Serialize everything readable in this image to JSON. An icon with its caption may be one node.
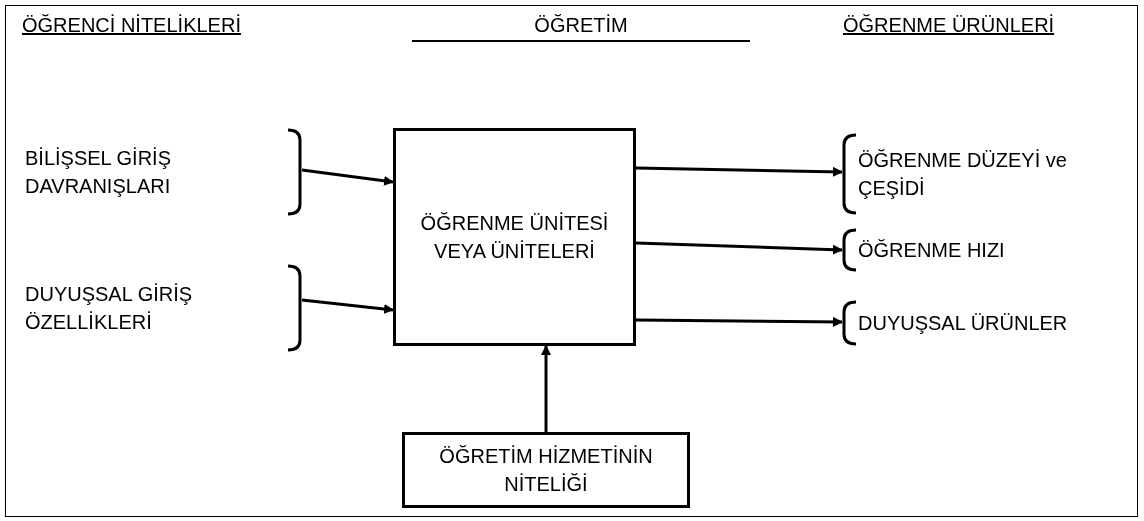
{
  "diagram": {
    "nodes": [
      {
        "text": [
          "BİLİŞSEL GİRİŞ DAVRANIŞLARI"
        ]
      },
      {
        "text": [
          "DUYUŞSAL GİRİŞ ÖZELLİKLERİ"
        ]
      },
      {
        "text": [
          "ÖĞRENME ÜNİTESİ VEYA ÜNİTELERİ"
        ]
      },
      {
        "text": [
          "ÖĞRENME DÜZEYİ ve ÇEŞİDİ"
        ]
      },
      {
        "text": [
          "ÖĞRENME HIZI"
        ]
      },
      {
        "text": [
          "DUYUŞSAL ÜRÜNLER"
        ]
      },
      {
        "text": [
          "ÖĞRETİM HİZMETİNİN NİTELİĞİ"
        ]
      }
    ],
    "edges": [
      {
        "from": 0,
        "to": 2,
        "arrow": "to"
      },
      {
        "from": 1,
        "to": 2,
        "arrow": "to"
      },
      {
        "from": 2,
        "to": 3,
        "arrow": "to"
      },
      {
        "from": 2,
        "to": 4,
        "arrow": "to"
      },
      {
        "from": 2,
        "to": 5,
        "arrow": "to"
      },
      {
        "from": 6,
        "to": 2,
        "arrow": "to"
      }
    ],
    "labels": [
      "ÖĞRENCİ NİTELİKLERİ",
      "ÖĞRETİM",
      "ÖĞRENME ÜRÜNLERİ"
    ]
  }
}
